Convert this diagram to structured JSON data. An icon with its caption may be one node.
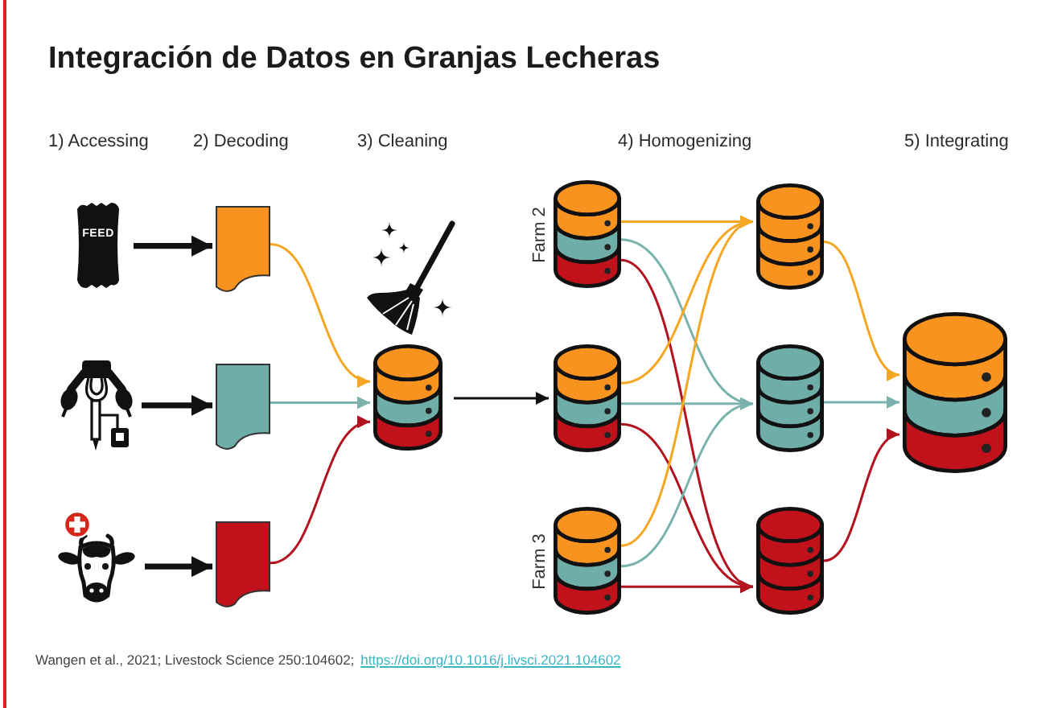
{
  "diagram": {
    "title": "Integración de Datos en Granjas Lecheras",
    "caption": "Wangen et al., 2021; Livestock Science 250:104602;",
    "nodes": [
      {
        "text": [
          "FEED"
        ]
      },
      {
        "text": [],
        "shape": "picture"
      },
      {
        "text": [],
        "shape": "picture"
      },
      {
        "text": [],
        "shape": "document"
      },
      {
        "text": [],
        "shape": "document"
      },
      {
        "text": [],
        "shape": "document"
      },
      {
        "text": [],
        "shape": "cylinder"
      },
      {
        "text": [],
        "shape": "cylinder",
        "beside": [
          "Farm 2"
        ]
      },
      {
        "text": [],
        "shape": "cylinder"
      },
      {
        "text": [],
        "shape": "cylinder",
        "beside": [
          "Farm 3"
        ]
      },
      {
        "text": [],
        "shape": "cylinder"
      },
      {
        "text": [],
        "shape": "cylinder"
      },
      {
        "text": [],
        "shape": "cylinder"
      },
      {
        "text": [],
        "shape": "cylinder"
      }
    ],
    "edges": [
      {
        "from": 0,
        "to": 3,
        "arrow": "to",
        "style": "thick",
        "color": "#111111"
      },
      {
        "from": 1,
        "to": 4,
        "arrow": "to",
        "style": "thick",
        "color": "#111111"
      },
      {
        "from": 2,
        "to": 5,
        "arrow": "to",
        "style": "thick",
        "color": "#111111"
      },
      {
        "from": 3,
        "to": 6,
        "arrow": "to",
        "color": "#f5a623"
      },
      {
        "from": 4,
        "to": 6,
        "arrow": "to",
        "color": "#7ab3ae"
      },
      {
        "from": 5,
        "to": 6,
        "arrow": "to",
        "color": "#b3121f"
      },
      {
        "from": 6,
        "to": 8,
        "arrow": "to",
        "color": "#111111"
      },
      {
        "from": 7,
        "to": 10,
        "arrow": "to",
        "color": "#f5a623"
      },
      {
        "from": 7,
        "to": 11,
        "arrow": "to",
        "color": "#7ab3ae"
      },
      {
        "from": 7,
        "to": 12,
        "arrow": "to",
        "color": "#b3121f"
      },
      {
        "from": 8,
        "to": 10,
        "arrow": "to",
        "color": "#f5a623"
      },
      {
        "from": 8,
        "to": 11,
        "arrow": "to",
        "color": "#7ab3ae"
      },
      {
        "from": 8,
        "to": 12,
        "arrow": "to",
        "color": "#b3121f"
      },
      {
        "from": 9,
        "to": 10,
        "arrow": "to",
        "color": "#f5a623"
      },
      {
        "from": 9,
        "to": 11,
        "arrow": "to",
        "color": "#7ab3ae"
      },
      {
        "from": 9,
        "to": 12,
        "arrow": "to",
        "color": "#b3121f"
      },
      {
        "from": 10,
        "to": 13,
        "arrow": "to",
        "color": "#f5a623"
      },
      {
        "from": 11,
        "to": 13,
        "arrow": "to",
        "color": "#7ab3ae"
      },
      {
        "from": 12,
        "to": 13,
        "arrow": "to",
        "color": "#b3121f"
      }
    ],
    "labels": [
      "1) Accessing",
      "2) Decoding",
      "3) Cleaning",
      "4) Homogenizing",
      "5) Integrating",
      "https://doi.org/10.1016/j.livsci.2021.104602"
    ]
  }
}
